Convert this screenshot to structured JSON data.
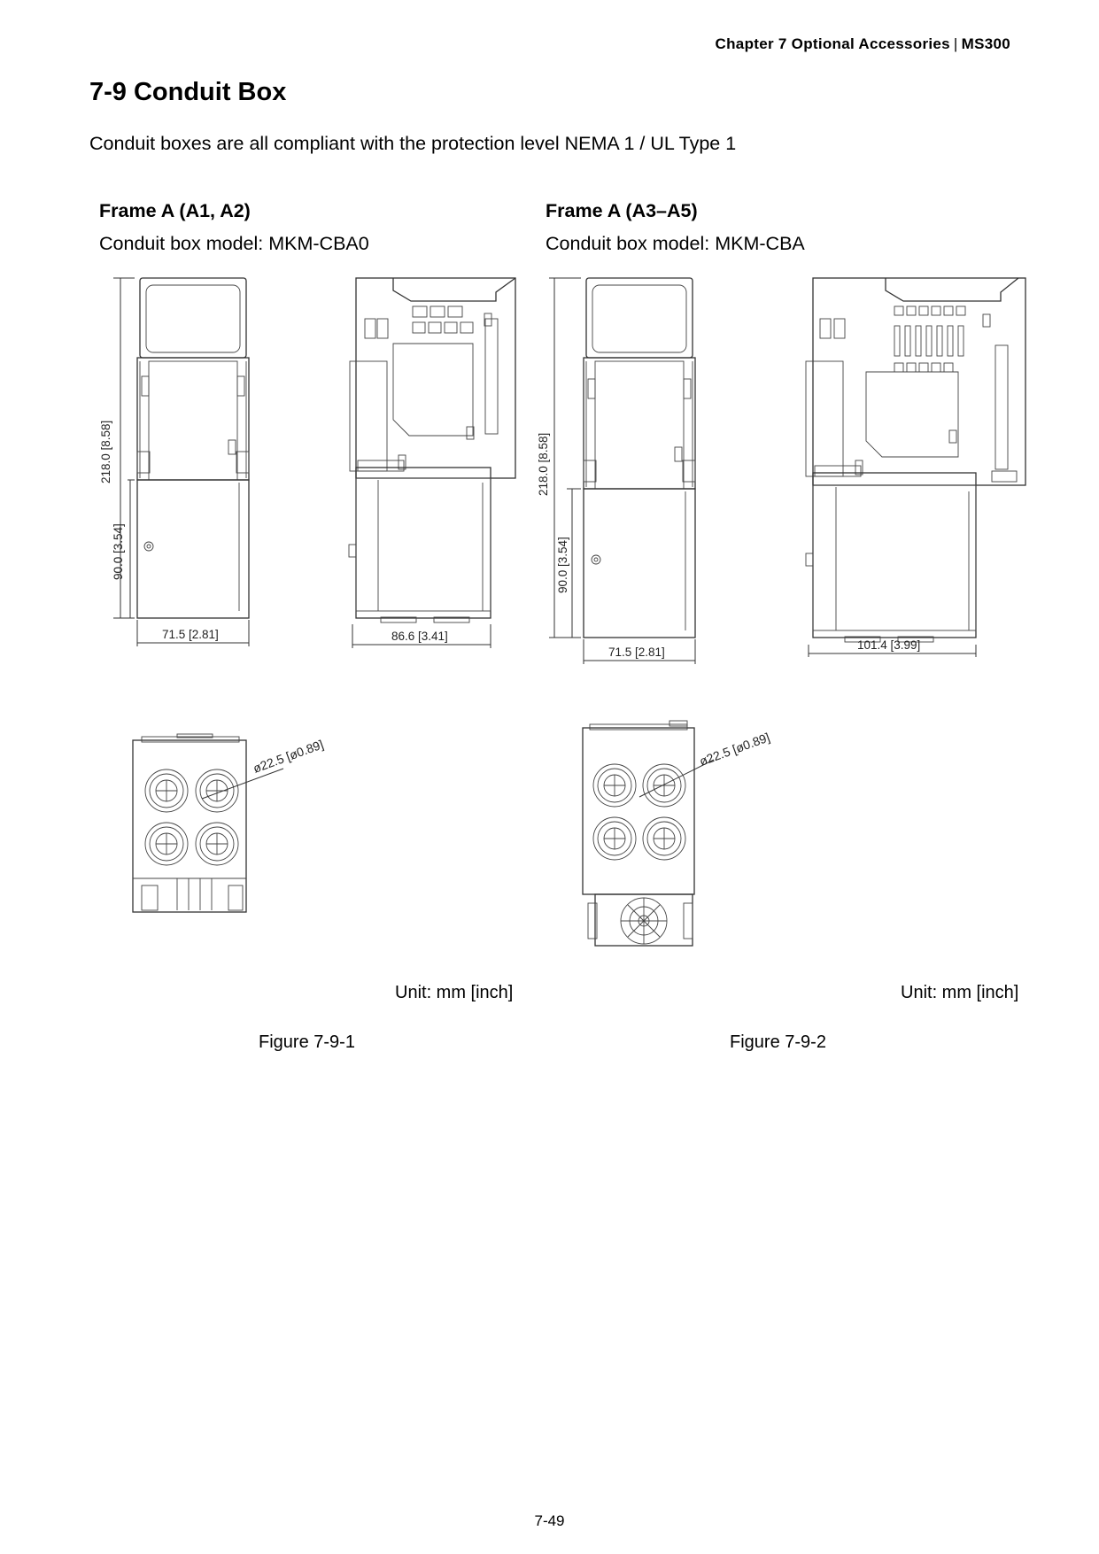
{
  "header": {
    "chapter": "Chapter  7  Optional  Accessories",
    "model": "MS300"
  },
  "section_title": "7-9 Conduit Box",
  "intro": "Conduit boxes are all compliant with the protection level NEMA 1 / UL Type 1",
  "frames": [
    {
      "title": "Frame A (A1, A2)",
      "model": "Conduit box model: MKM-CBA0",
      "dims": {
        "height": "218.0 [8.58]",
        "box_height": "90.0 [3.54]",
        "width": "71.5 [2.81]",
        "depth": "86.6 [3.41]",
        "hole": "22.5 [",
        "hole_in": "0.89]",
        "phi": "ø"
      },
      "unit": "Unit: mm [inch]",
      "figure": "Figure 7-9-1"
    },
    {
      "title": "Frame A (A3–A5)",
      "model": "Conduit box model: MKM-CBA",
      "dims": {
        "height": "218.0 [8.58]",
        "box_height": "90.0 [3.54]",
        "width": "71.5 [2.81]",
        "depth": "101.4 [3.99]",
        "hole": "22.5 [",
        "hole_in": "0.89]",
        "phi": "ø"
      },
      "unit": "Unit: mm [inch]",
      "figure": "Figure 7-9-2"
    }
  ],
  "page_number": "7-49"
}
